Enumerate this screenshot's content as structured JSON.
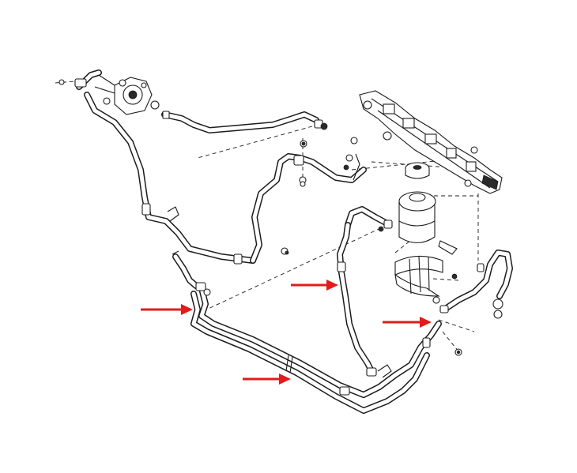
{
  "diagram": {
    "line_color": "#1c1c1c",
    "arrow_color": "#e21b1b",
    "background": "#ffffff",
    "parts": [
      "power-steering-pump",
      "pump-pressure-line",
      "return-hose",
      "fluid-reservoir",
      "reservoir-cap",
      "reservoir-mounting-bracket",
      "steering-rack",
      "cooler-pipes",
      "mounting-bolt",
      "clip"
    ],
    "highlight_arrows": [
      {
        "id": "arrow-left",
        "target": "cooler-pipe-left-end"
      },
      {
        "id": "arrow-middle",
        "target": "center-return-hose"
      },
      {
        "id": "arrow-right",
        "target": "right-bracket-hose"
      },
      {
        "id": "arrow-bottom",
        "target": "cooler-pipes"
      }
    ]
  }
}
